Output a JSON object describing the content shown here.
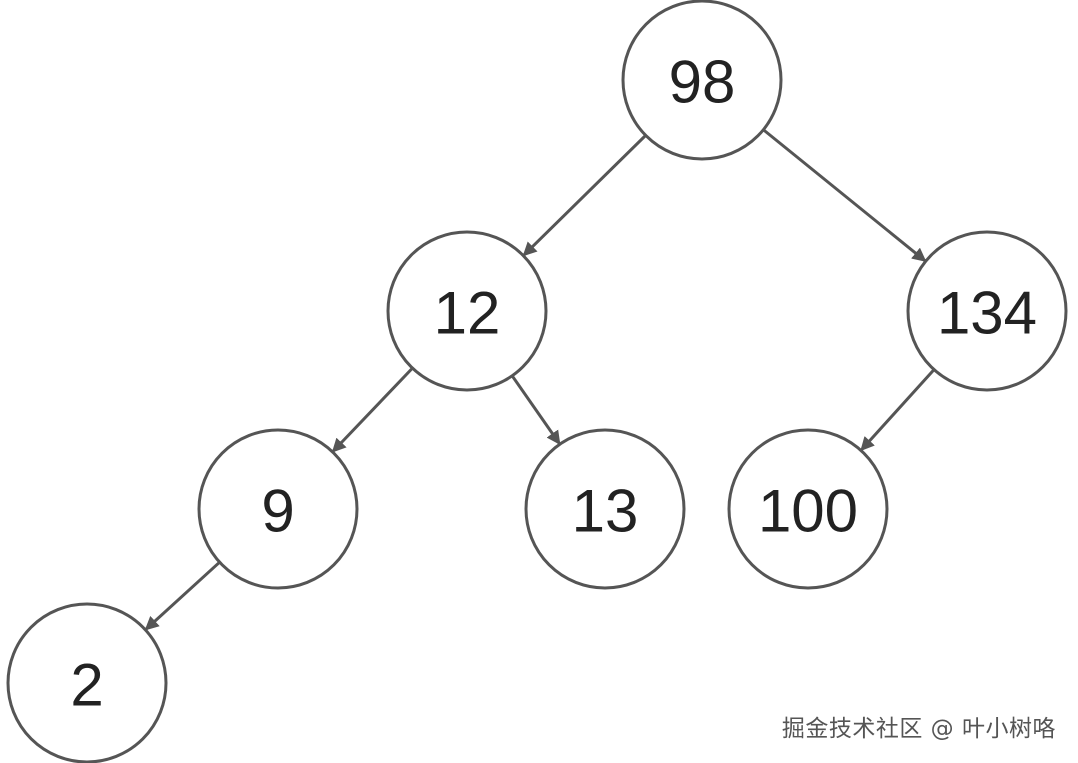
{
  "tree": {
    "nodes": [
      {
        "id": "n98",
        "label": "98"
      },
      {
        "id": "n12",
        "label": "12"
      },
      {
        "id": "n134",
        "label": "134"
      },
      {
        "id": "n9",
        "label": "9"
      },
      {
        "id": "n13",
        "label": "13"
      },
      {
        "id": "n100",
        "label": "100"
      },
      {
        "id": "n2",
        "label": "2"
      }
    ],
    "edges": [
      {
        "from": "n98",
        "to": "n12"
      },
      {
        "from": "n98",
        "to": "n134"
      },
      {
        "from": "n12",
        "to": "n9"
      },
      {
        "from": "n12",
        "to": "n13"
      },
      {
        "from": "n134",
        "to": "n100"
      },
      {
        "from": "n9",
        "to": "n2"
      }
    ]
  },
  "watermark": {
    "text": "掘金技术社区 @ 叶小树咯"
  },
  "colors": {
    "stroke": "#555555",
    "text": "#222222",
    "background": "#ffffff"
  }
}
